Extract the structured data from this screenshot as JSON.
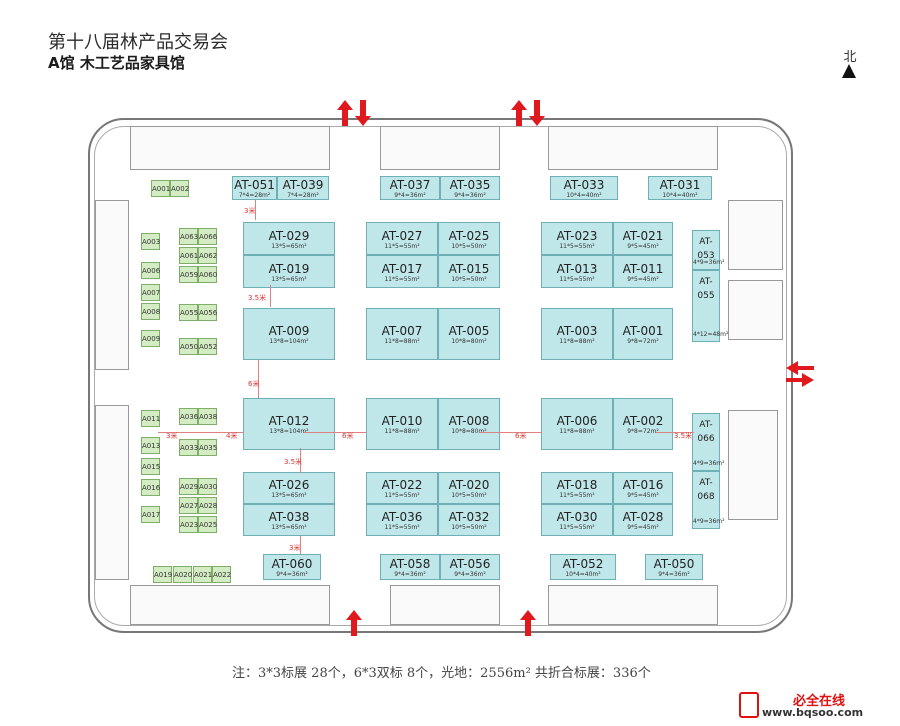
{
  "header": {
    "title": "第十八届林产品交易会",
    "subtitle": "A馆  木工艺品家具馆"
  },
  "north": "北",
  "booths": [
    {
      "code": "AT-051",
      "size": "7*4=28m²"
    },
    {
      "code": "AT-039",
      "size": "7*4=28m²"
    },
    {
      "code": "AT-037",
      "size": "9*4=36m²"
    },
    {
      "code": "AT-035",
      "size": "9*4=36m²"
    },
    {
      "code": "AT-033",
      "size": "10*4=40m²"
    },
    {
      "code": "AT-031",
      "size": "10*4=40m²"
    },
    {
      "code": "AT-029",
      "size": "13*5=65m²"
    },
    {
      "code": "AT-019",
      "size": "13*5=65m²"
    },
    {
      "code": "AT-027",
      "size": "11*5=55m²"
    },
    {
      "code": "AT-025",
      "size": "10*5=50m²"
    },
    {
      "code": "AT-017",
      "size": "11*5=55m²"
    },
    {
      "code": "AT-015",
      "size": "10*5=50m²"
    },
    {
      "code": "AT-023",
      "size": "11*5=55m²"
    },
    {
      "code": "AT-021",
      "size": "9*5=45m²"
    },
    {
      "code": "AT-013",
      "size": "11*5=55m²"
    },
    {
      "code": "AT-011",
      "size": "9*5=45m²"
    },
    {
      "code": "AT-009",
      "size": "13*8=104m²"
    },
    {
      "code": "AT-007",
      "size": "11*8=88m²"
    },
    {
      "code": "AT-005",
      "size": "10*8=80m²"
    },
    {
      "code": "AT-003",
      "size": "11*8=88m²"
    },
    {
      "code": "AT-001",
      "size": "9*8=72m²"
    },
    {
      "code": "AT-012",
      "size": "13*8=104m²"
    },
    {
      "code": "AT-010",
      "size": "11*8=88m²"
    },
    {
      "code": "AT-008",
      "size": "10*8=80m²"
    },
    {
      "code": "AT-006",
      "size": "11*8=88m²"
    },
    {
      "code": "AT-002",
      "size": "9*8=72m²"
    },
    {
      "code": "AT-026",
      "size": "13*5=65m²"
    },
    {
      "code": "AT-038",
      "size": "13*5=65m²"
    },
    {
      "code": "AT-022",
      "size": "11*5=55m²"
    },
    {
      "code": "AT-020",
      "size": "10*5=50m²"
    },
    {
      "code": "AT-036",
      "size": "11*5=55m²"
    },
    {
      "code": "AT-032",
      "size": "10*5=50m²"
    },
    {
      "code": "AT-018",
      "size": "11*5=55m²"
    },
    {
      "code": "AT-016",
      "size": "9*5=45m²"
    },
    {
      "code": "AT-030",
      "size": "11*5=55m²"
    },
    {
      "code": "AT-028",
      "size": "9*5=45m²"
    },
    {
      "code": "AT-060",
      "size": "9*4=36m²"
    },
    {
      "code": "AT-058",
      "size": "9*4=36m²"
    },
    {
      "code": "AT-056",
      "size": "9*4=36m²"
    },
    {
      "code": "AT-052",
      "size": "10*4=40m²"
    },
    {
      "code": "AT-050",
      "size": "9*4=36m²"
    },
    {
      "code": "AT-053",
      "size": "4*9=36m²"
    },
    {
      "code": "AT-055",
      "size": "4*12=48m²"
    },
    {
      "code": "AT-066",
      "size": "4*9=36m²"
    },
    {
      "code": "AT-068",
      "size": "4*9=36m²"
    }
  ],
  "small_booths": [
    "A001",
    "A002",
    "A003",
    "A006",
    "A007",
    "A008",
    "A009",
    "A063",
    "A066",
    "A061",
    "A062",
    "A059",
    "A060",
    "A055",
    "A056",
    "A050",
    "A052",
    "A011",
    "A013",
    "A015",
    "A016",
    "A017",
    "A036",
    "A038",
    "A033",
    "A035",
    "A029",
    "A030",
    "A027",
    "A028",
    "A023",
    "A025",
    "A019",
    "A020",
    "A021",
    "A022"
  ],
  "dimensions": [
    "3米",
    "3.5米",
    "6米",
    "3米",
    "4米",
    "6米",
    "6米",
    "3.5米",
    "3.5米",
    "3米"
  ],
  "footer": "注：3*3标展 28个，6*3双标 8个，光地：2556m²   共折合标展：336个",
  "watermark": {
    "name": "必全在线",
    "url": "www.bqsoo.com"
  },
  "colors": {
    "booth": "#bfe6e9",
    "small_booth": "#d4ecc4",
    "arrow": "#e0191f"
  }
}
